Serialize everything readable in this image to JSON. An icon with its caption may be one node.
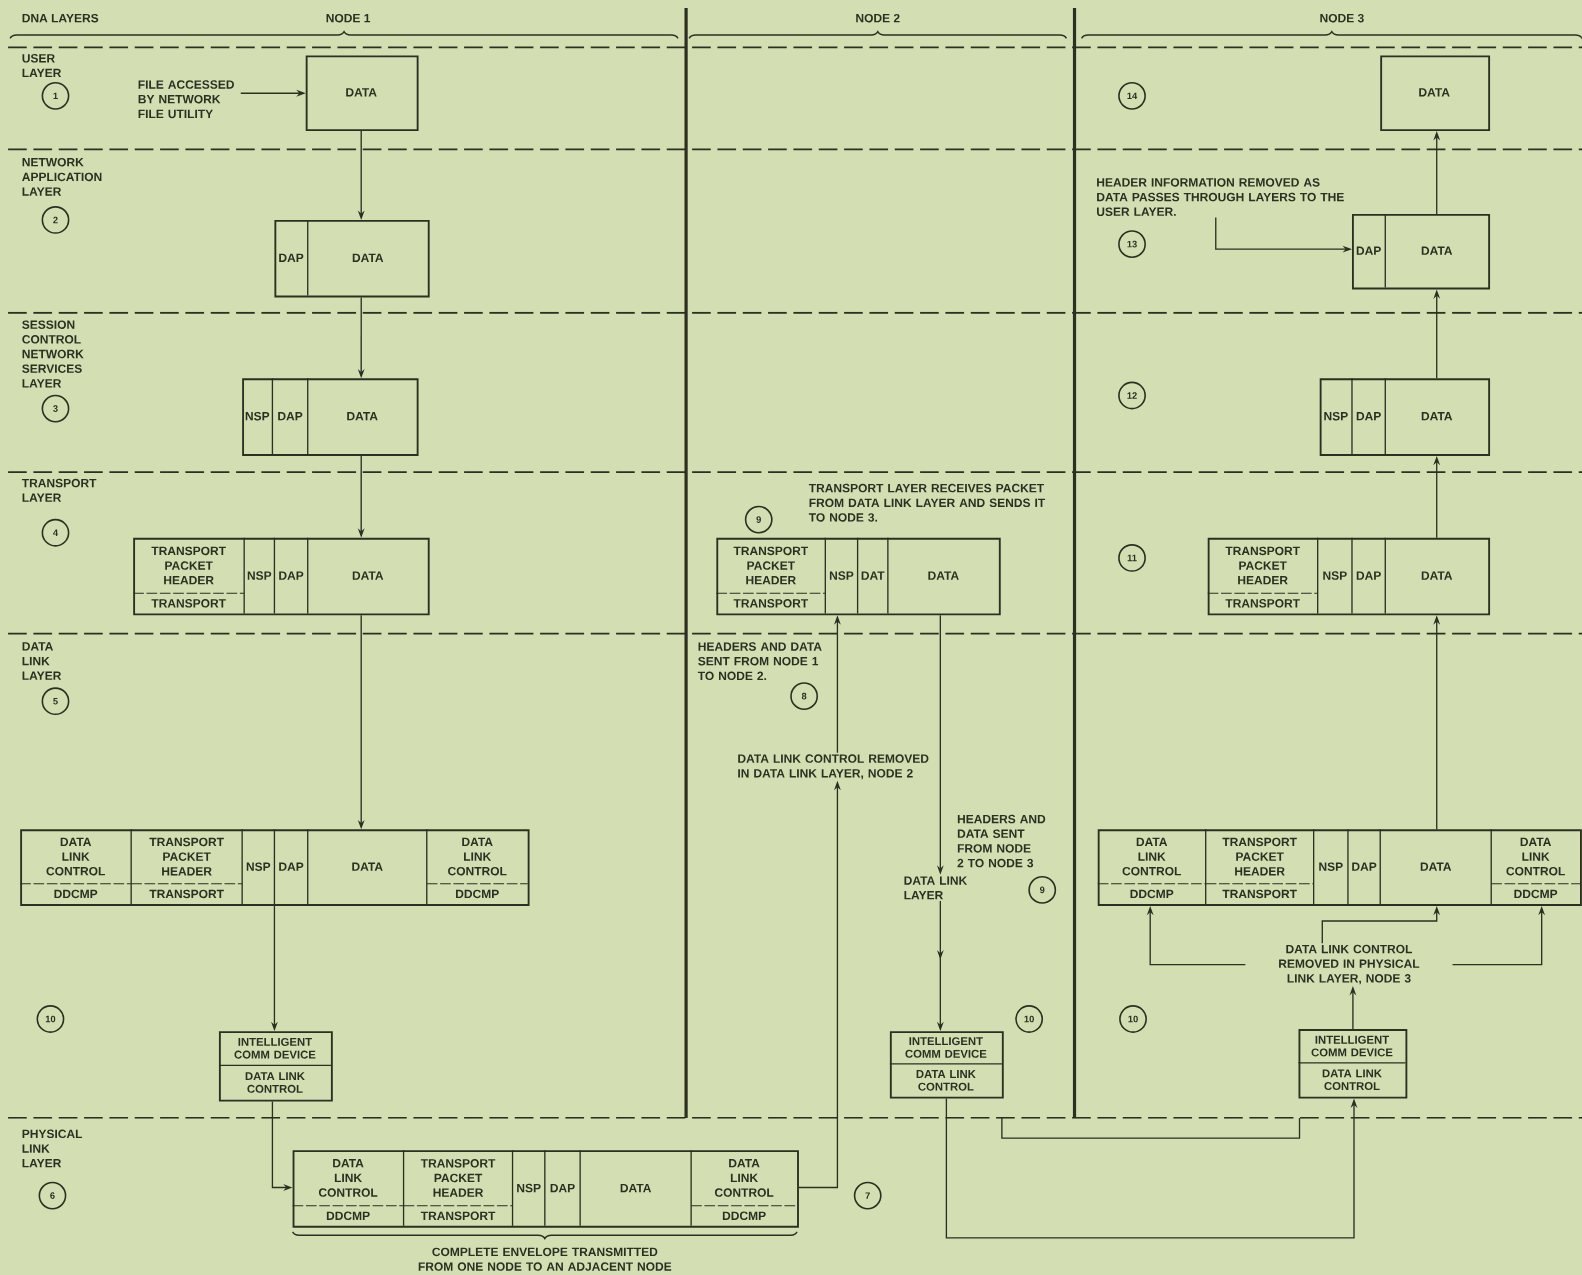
{
  "diagram": {
    "nodes": [
      {
        "text": [
          "FILE ACCESSED BY NETWORK FILE UTILITY"
        ]
      },
      {
        "text": [
          "DATA"
        ]
      },
      {
        "text": [
          "1"
        ]
      },
      {
        "text": [
          "DAP",
          "DATA"
        ]
      },
      {
        "text": [
          "2"
        ]
      },
      {
        "text": [
          "NSP",
          "DAP",
          "DATA"
        ]
      },
      {
        "text": [
          "3"
        ]
      },
      {
        "text": [
          "TRANSPORT PACKET HEADER",
          "TRANSPORT",
          "NSP",
          "DAP",
          "DATA"
        ]
      },
      {
        "text": [
          "4"
        ]
      },
      {
        "text": [
          "5"
        ]
      },
      {
        "text": [
          "DATA LINK CONTROL",
          "DDCMP",
          "TRANSPORT PACKET HEADER",
          "TRANSPORT",
          "NSP",
          "DAP",
          "DATA",
          "DATA LINK CONTROL",
          "DDCMP"
        ]
      },
      {
        "text": [
          "10"
        ]
      },
      {
        "text": [
          "INTELLIGENT COMM DEVICE",
          "DATA LINK CONTROL"
        ]
      },
      {
        "text": [
          "6"
        ]
      },
      {
        "text": [
          "DATA LINK CONTROL",
          "DDCMP",
          "TRANSPORT PACKET HEADER",
          "TRANSPORT",
          "NSP",
          "DAP",
          "DATA",
          "DATA LINK CONTROL",
          "DDCMP"
        ],
        "beside": [
          "COMPLETE ENVELOPE TRANSMITTED FROM ONE NODE TO AN ADJACENT NODE"
        ]
      },
      {
        "text": [
          "7"
        ]
      },
      {
        "text": [
          "9"
        ]
      },
      {
        "text": [
          "TRANSPORT PACKET HEADER",
          "TRANSPORT",
          "NSP",
          "DAT",
          "DATA"
        ]
      },
      {
        "text": [
          "8"
        ]
      },
      {
        "text": [
          "DATA LINK CONTROL REMOVED IN DATA LINK LAYER, NODE 2"
        ]
      },
      {
        "text": [
          "DATA LINK LAYER"
        ]
      },
      {
        "text": [
          "9"
        ]
      },
      {
        "text": [
          "10"
        ]
      },
      {
        "text": [
          "INTELLIGENT COMM DEVICE",
          "DATA LINK CONTROL"
        ]
      },
      {
        "text": [
          "14"
        ]
      },
      {
        "text": [
          "DATA"
        ]
      },
      {
        "text": [
          "HEADER INFORMATION REMOVED AS DATA PASSES THROUGH LAYERS TO THE USER LAYER."
        ]
      },
      {
        "text": [
          "13"
        ]
      },
      {
        "text": [
          "DAP",
          "DATA"
        ]
      },
      {
        "text": [
          "12"
        ]
      },
      {
        "text": [
          "NSP",
          "DAP",
          "DATA"
        ]
      },
      {
        "text": [
          "11"
        ]
      },
      {
        "text": [
          "TRANSPORT PACKET HEADER",
          "TRANSPORT",
          "NSP",
          "DAP",
          "DATA"
        ]
      },
      {
        "text": [
          "DATA LINK CONTROL",
          "DDCMP",
          "TRANSPORT PACKET HEADER",
          "TRANSPORT",
          "NSP",
          "DAP",
          "DATA",
          "DATA LINK CONTROL",
          "DDCMP"
        ]
      },
      {
        "text": [
          "DATA LINK CONTROL REMOVED IN PHYSICAL LINK LAYER, NODE 3"
        ]
      },
      {
        "text": [
          "10"
        ]
      },
      {
        "text": [
          "INTELLIGENT COMM DEVICE",
          "DATA LINK CONTROL"
        ]
      }
    ],
    "edges": [
      {
        "from": 0,
        "to": 1,
        "arrow": "to"
      },
      {
        "from": 1,
        "to": 3,
        "arrow": "to"
      },
      {
        "from": 3,
        "to": 5,
        "arrow": "to"
      },
      {
        "from": 5,
        "to": 7,
        "arrow": "to"
      },
      {
        "from": 7,
        "to": 10,
        "arrow": "to"
      },
      {
        "from": 10,
        "to": 12,
        "arrow": "to"
      },
      {
        "from": 12,
        "to": 14,
        "arrow": "to"
      },
      {
        "from": 14,
        "to": 19,
        "arrow": "to"
      },
      {
        "from": 19,
        "to": 17,
        "arrow": "to"
      },
      {
        "from": 17,
        "to": 20,
        "arrow": "to"
      },
      {
        "from": 20,
        "to": 23,
        "arrow": "to"
      },
      {
        "from": 23,
        "to": 36,
        "arrow": "to"
      },
      {
        "from": 36,
        "to": 34,
        "arrow": "to"
      },
      {
        "from": 34,
        "to": 33,
        "arrow": "to"
      },
      {
        "from": 34,
        "to": 33,
        "arrow": "to"
      },
      {
        "from": 34,
        "to": 33,
        "arrow": "to"
      },
      {
        "from": 33,
        "to": 32,
        "arrow": "to"
      },
      {
        "from": 32,
        "to": 30,
        "arrow": "to"
      },
      {
        "from": 30,
        "to": 28,
        "arrow": "to"
      },
      {
        "from": 28,
        "to": 25,
        "arrow": "to"
      },
      {
        "from": 26,
        "to": 28,
        "arrow": "to"
      }
    ],
    "labels": [
      "DNA LAYERS",
      "NODE 1",
      "NODE 2",
      "NODE 3",
      "USER LAYER",
      "NETWORK APPLICATION LAYER",
      "SESSION CONTROL NETWORK SERVICES LAYER",
      "TRANSPORT LAYER",
      "TRANSPORT LAYER RECEIVES PACKET FROM DATA LINK LAYER AND SENDS IT TO NODE 3.",
      "DATA LINK LAYER",
      "HEADERS AND DATA SENT FROM NODE 1 TO NODE 2.",
      "HEADERS AND DATA SENT FROM NODE 2 TO NODE 3",
      "PHYSICAL LINK LAYER"
    ]
  }
}
